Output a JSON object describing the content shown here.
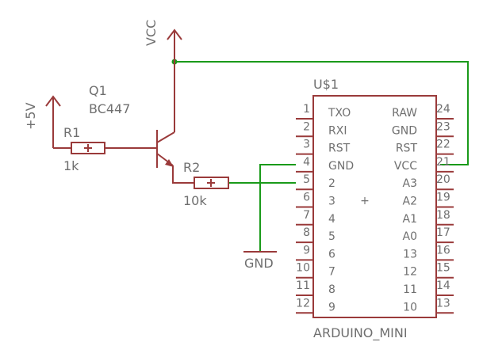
{
  "power": {
    "vcc_label": "VCC",
    "plus5v_label": "+5V",
    "gnd_label": "GND"
  },
  "q1": {
    "ref": "Q1",
    "value": "BC447"
  },
  "r1": {
    "ref": "R1",
    "value": "1k"
  },
  "r2": {
    "ref": "R2",
    "value": "10k"
  },
  "u1": {
    "ref": "U$1",
    "name": "ARDUINO_MINI",
    "center_mark": "+",
    "left_pins": [
      {
        "num": "1",
        "label": "TXO"
      },
      {
        "num": "2",
        "label": "RXI"
      },
      {
        "num": "3",
        "label": "RST"
      },
      {
        "num": "4",
        "label": "GND"
      },
      {
        "num": "5",
        "label": "2"
      },
      {
        "num": "6",
        "label": "3"
      },
      {
        "num": "7",
        "label": "4"
      },
      {
        "num": "8",
        "label": "5"
      },
      {
        "num": "9",
        "label": "6"
      },
      {
        "num": "10",
        "label": "7"
      },
      {
        "num": "11",
        "label": "8"
      },
      {
        "num": "12",
        "label": "9"
      }
    ],
    "right_pins": [
      {
        "num": "24",
        "label": "RAW"
      },
      {
        "num": "23",
        "label": "GND"
      },
      {
        "num": "22",
        "label": "RST"
      },
      {
        "num": "21",
        "label": "VCC"
      },
      {
        "num": "20",
        "label": "A3"
      },
      {
        "num": "19",
        "label": "A2"
      },
      {
        "num": "18",
        "label": "A1"
      },
      {
        "num": "17",
        "label": "A0"
      },
      {
        "num": "16",
        "label": "13"
      },
      {
        "num": "15",
        "label": "12"
      },
      {
        "num": "14",
        "label": "11"
      },
      {
        "num": "13",
        "label": "10"
      }
    ]
  },
  "colors": {
    "wire": "#1a9a1a",
    "part": "#9a3a3a",
    "text": "#6f6f6f"
  }
}
